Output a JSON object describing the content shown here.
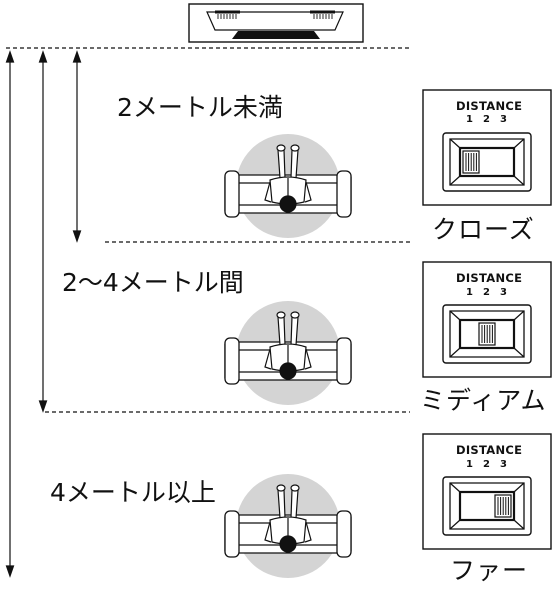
{
  "zones": [
    {
      "label": "2メートル未満",
      "mode": "クローズ",
      "position": 1
    },
    {
      "label": "2～4メートル間",
      "mode": "ミディアム",
      "position": 2
    },
    {
      "label": "4メートル以上",
      "mode": "ファー",
      "position": 3
    }
  ],
  "switch": {
    "title": "DISTANCE",
    "numbers": [
      "1",
      "2",
      "3"
    ]
  },
  "colors": {
    "line": "#111111",
    "seat_shadow": "#d4d4d4",
    "panel_bg": "#ffffff"
  }
}
